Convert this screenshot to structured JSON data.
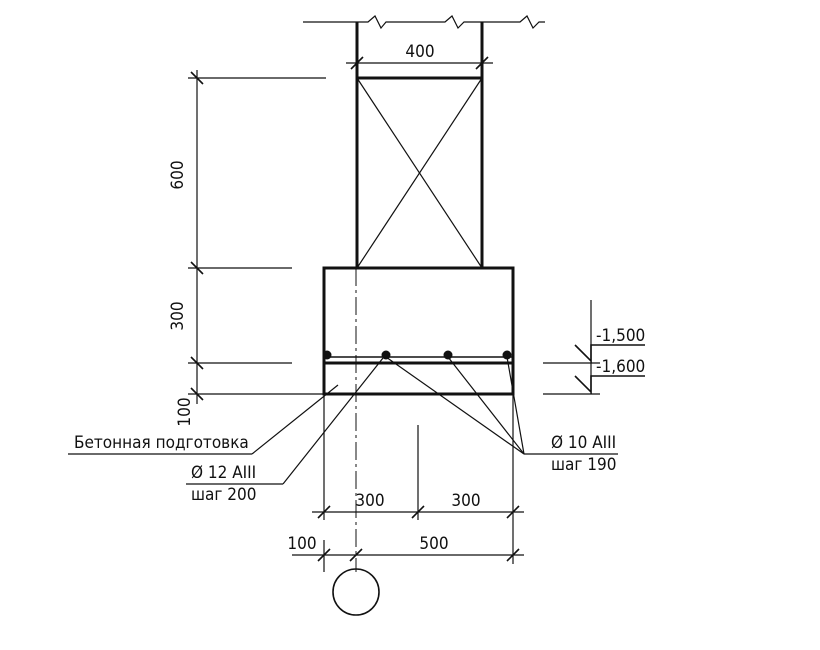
{
  "dimensions": {
    "column_width": "400",
    "column_height": "600",
    "footing_height": "300",
    "bedding_height": "100",
    "left_half": "300",
    "right_half": "300",
    "bedding_offset": "100",
    "base_width": "500"
  },
  "levels": {
    "top": "-1,500",
    "bottom": "-1,600"
  },
  "labels": {
    "bedding": "Бетонная подготовка",
    "rebar_main_dia": "Ø 12 AIII",
    "rebar_main_step": "шаг 200",
    "rebar_dist_dia": "Ø 10 AIII",
    "rebar_dist_step": "шаг 190"
  }
}
